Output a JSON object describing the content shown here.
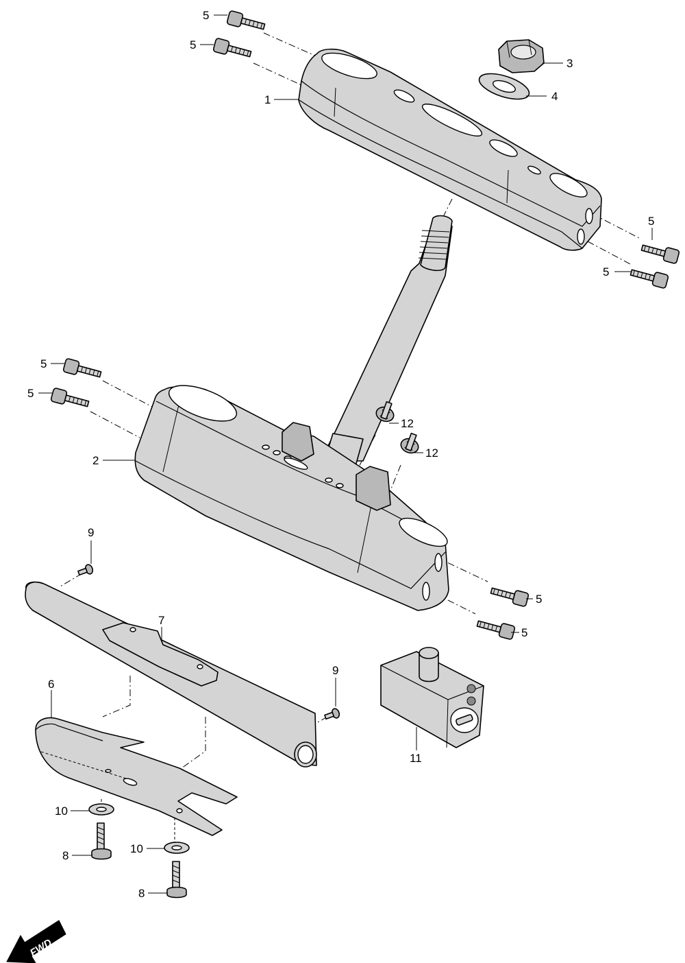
{
  "diagram": {
    "callouts": [
      {
        "id": "c-5a",
        "text": "5"
      },
      {
        "id": "c-5b",
        "text": "5"
      },
      {
        "id": "c-1",
        "text": "1"
      },
      {
        "id": "c-3",
        "text": "3"
      },
      {
        "id": "c-4",
        "text": "4"
      },
      {
        "id": "c-5c",
        "text": "5"
      },
      {
        "id": "c-5d",
        "text": "5"
      },
      {
        "id": "c-5e",
        "text": "5"
      },
      {
        "id": "c-5f",
        "text": "5"
      },
      {
        "id": "c-12a",
        "text": "12"
      },
      {
        "id": "c-12b",
        "text": "12"
      },
      {
        "id": "c-2",
        "text": "2"
      },
      {
        "id": "c-9a",
        "text": "9"
      },
      {
        "id": "c-5g",
        "text": "5"
      },
      {
        "id": "c-5h",
        "text": "5"
      },
      {
        "id": "c-7",
        "text": "7"
      },
      {
        "id": "c-9b",
        "text": "9"
      },
      {
        "id": "c-6",
        "text": "6"
      },
      {
        "id": "c-11",
        "text": "11"
      },
      {
        "id": "c-10a",
        "text": "10"
      },
      {
        "id": "c-8a",
        "text": "8"
      },
      {
        "id": "c-10b",
        "text": "10"
      },
      {
        "id": "c-8b",
        "text": "8"
      }
    ],
    "direction_arrow": {
      "text": "FWD"
    }
  }
}
